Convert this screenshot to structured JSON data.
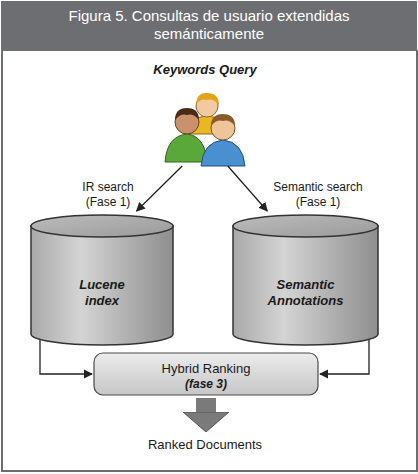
{
  "diagram": {
    "title": "Figura 5. Consultas de usuario extendidas semánticamente",
    "nodes": [
      {
        "text": [
          "Keywords Query"
        ]
      },
      {
        "text": [
          "Lucene index"
        ]
      },
      {
        "text": [
          "Semantic Annotations"
        ]
      },
      {
        "text": [
          "Hybrid Ranking",
          "(fase 3)"
        ]
      },
      {
        "text": [
          "Ranked Documents"
        ]
      }
    ],
    "edges": [
      {
        "from": 0,
        "to": 1,
        "label": "IR search (Fase 1)",
        "arrow": "to"
      },
      {
        "from": 0,
        "to": 2,
        "label": "Semantic search (Fase 1)",
        "arrow": "to"
      },
      {
        "from": 1,
        "to": 3,
        "arrow": "to"
      },
      {
        "from": 2,
        "to": 3,
        "arrow": "to"
      },
      {
        "from": 3,
        "to": 4,
        "arrow": "to"
      }
    ]
  }
}
